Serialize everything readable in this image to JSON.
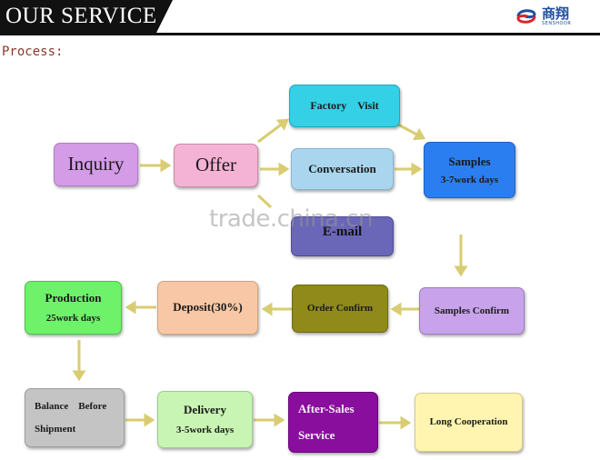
{
  "header": {
    "title": "OUR SERVICE",
    "logo_text": "商翔",
    "logo_subtext": "SENSHOOR"
  },
  "process_label": "Process:",
  "watermark": "trade.china.cn",
  "nodes": {
    "inquiry": "Inquiry",
    "offer": "Offer",
    "factory_visit": "Factory    Visit",
    "conversation": "Conversation",
    "email": "E-mail",
    "samples_line1": "Samples",
    "samples_line2": "3-7work days",
    "samples_confirm": "Samples Confirm",
    "order_confirm": "Order Confirm",
    "deposit": "Deposit(30%)",
    "production_line1": "Production",
    "production_line2": "25work days",
    "balance_line1": "Balance    Before",
    "balance_line2": "Shipment",
    "delivery_line1": "Delivery",
    "delivery_line2": "3-5work days",
    "after_sales_line1": "After-Sales",
    "after_sales_line2": "Service",
    "long_cooperation": "Long Cooperation"
  },
  "colors": {
    "inquiry": "#d49be6",
    "offer": "#f4b2d4",
    "factory_visit": "#33d0e6",
    "conversation": "#a9d6ee",
    "email": "#6a66b8",
    "samples": "#2b7ef0",
    "samples_confirm": "#c8a2ea",
    "order_confirm": "#8f8a1a",
    "deposit": "#f8c8a6",
    "production": "#6ef26a",
    "balance": "#c4c4c4",
    "delivery": "#c8f4b4",
    "after_sales": "#8a0e9e",
    "long_cooperation": "#fff5b0",
    "arrow": "#d9cc72"
  }
}
